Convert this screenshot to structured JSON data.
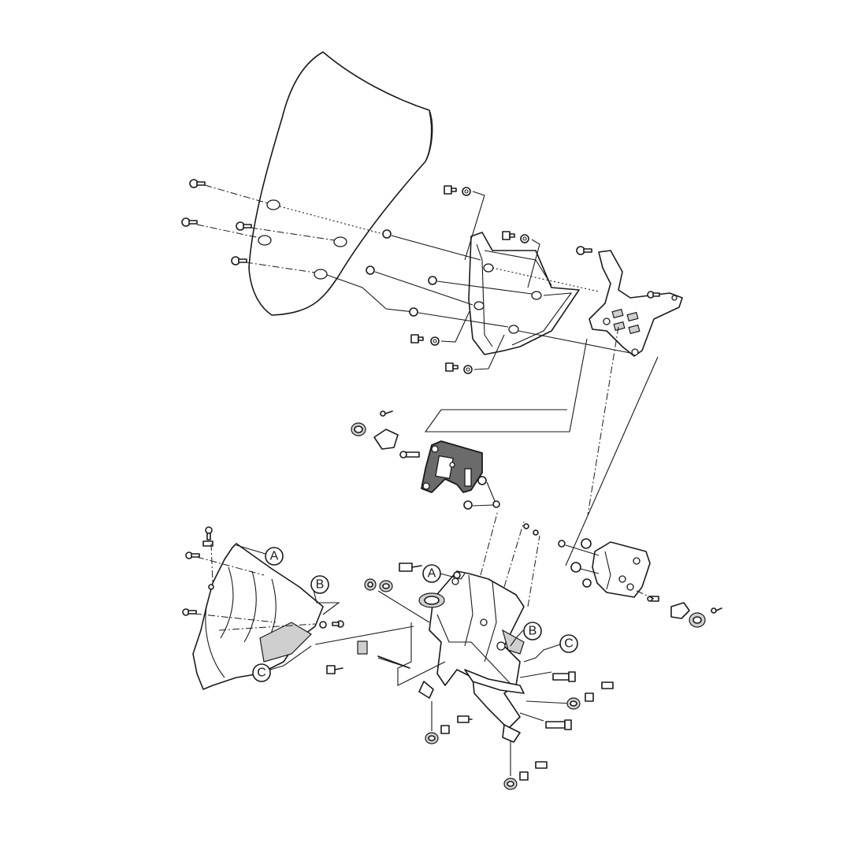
{
  "diagram": {
    "callouts": [
      {
        "id": "A",
        "label": "A"
      },
      {
        "id": "B",
        "label": "B"
      },
      {
        "id": "C",
        "label": "C"
      },
      {
        "id": "A2",
        "label": "A"
      },
      {
        "id": "B2",
        "label": "B"
      },
      {
        "id": "C2",
        "label": "C"
      }
    ]
  },
  "colors": {
    "line": "#1a1a1a",
    "highlight_part": "#6b6b6b",
    "background": "#ffffff"
  }
}
